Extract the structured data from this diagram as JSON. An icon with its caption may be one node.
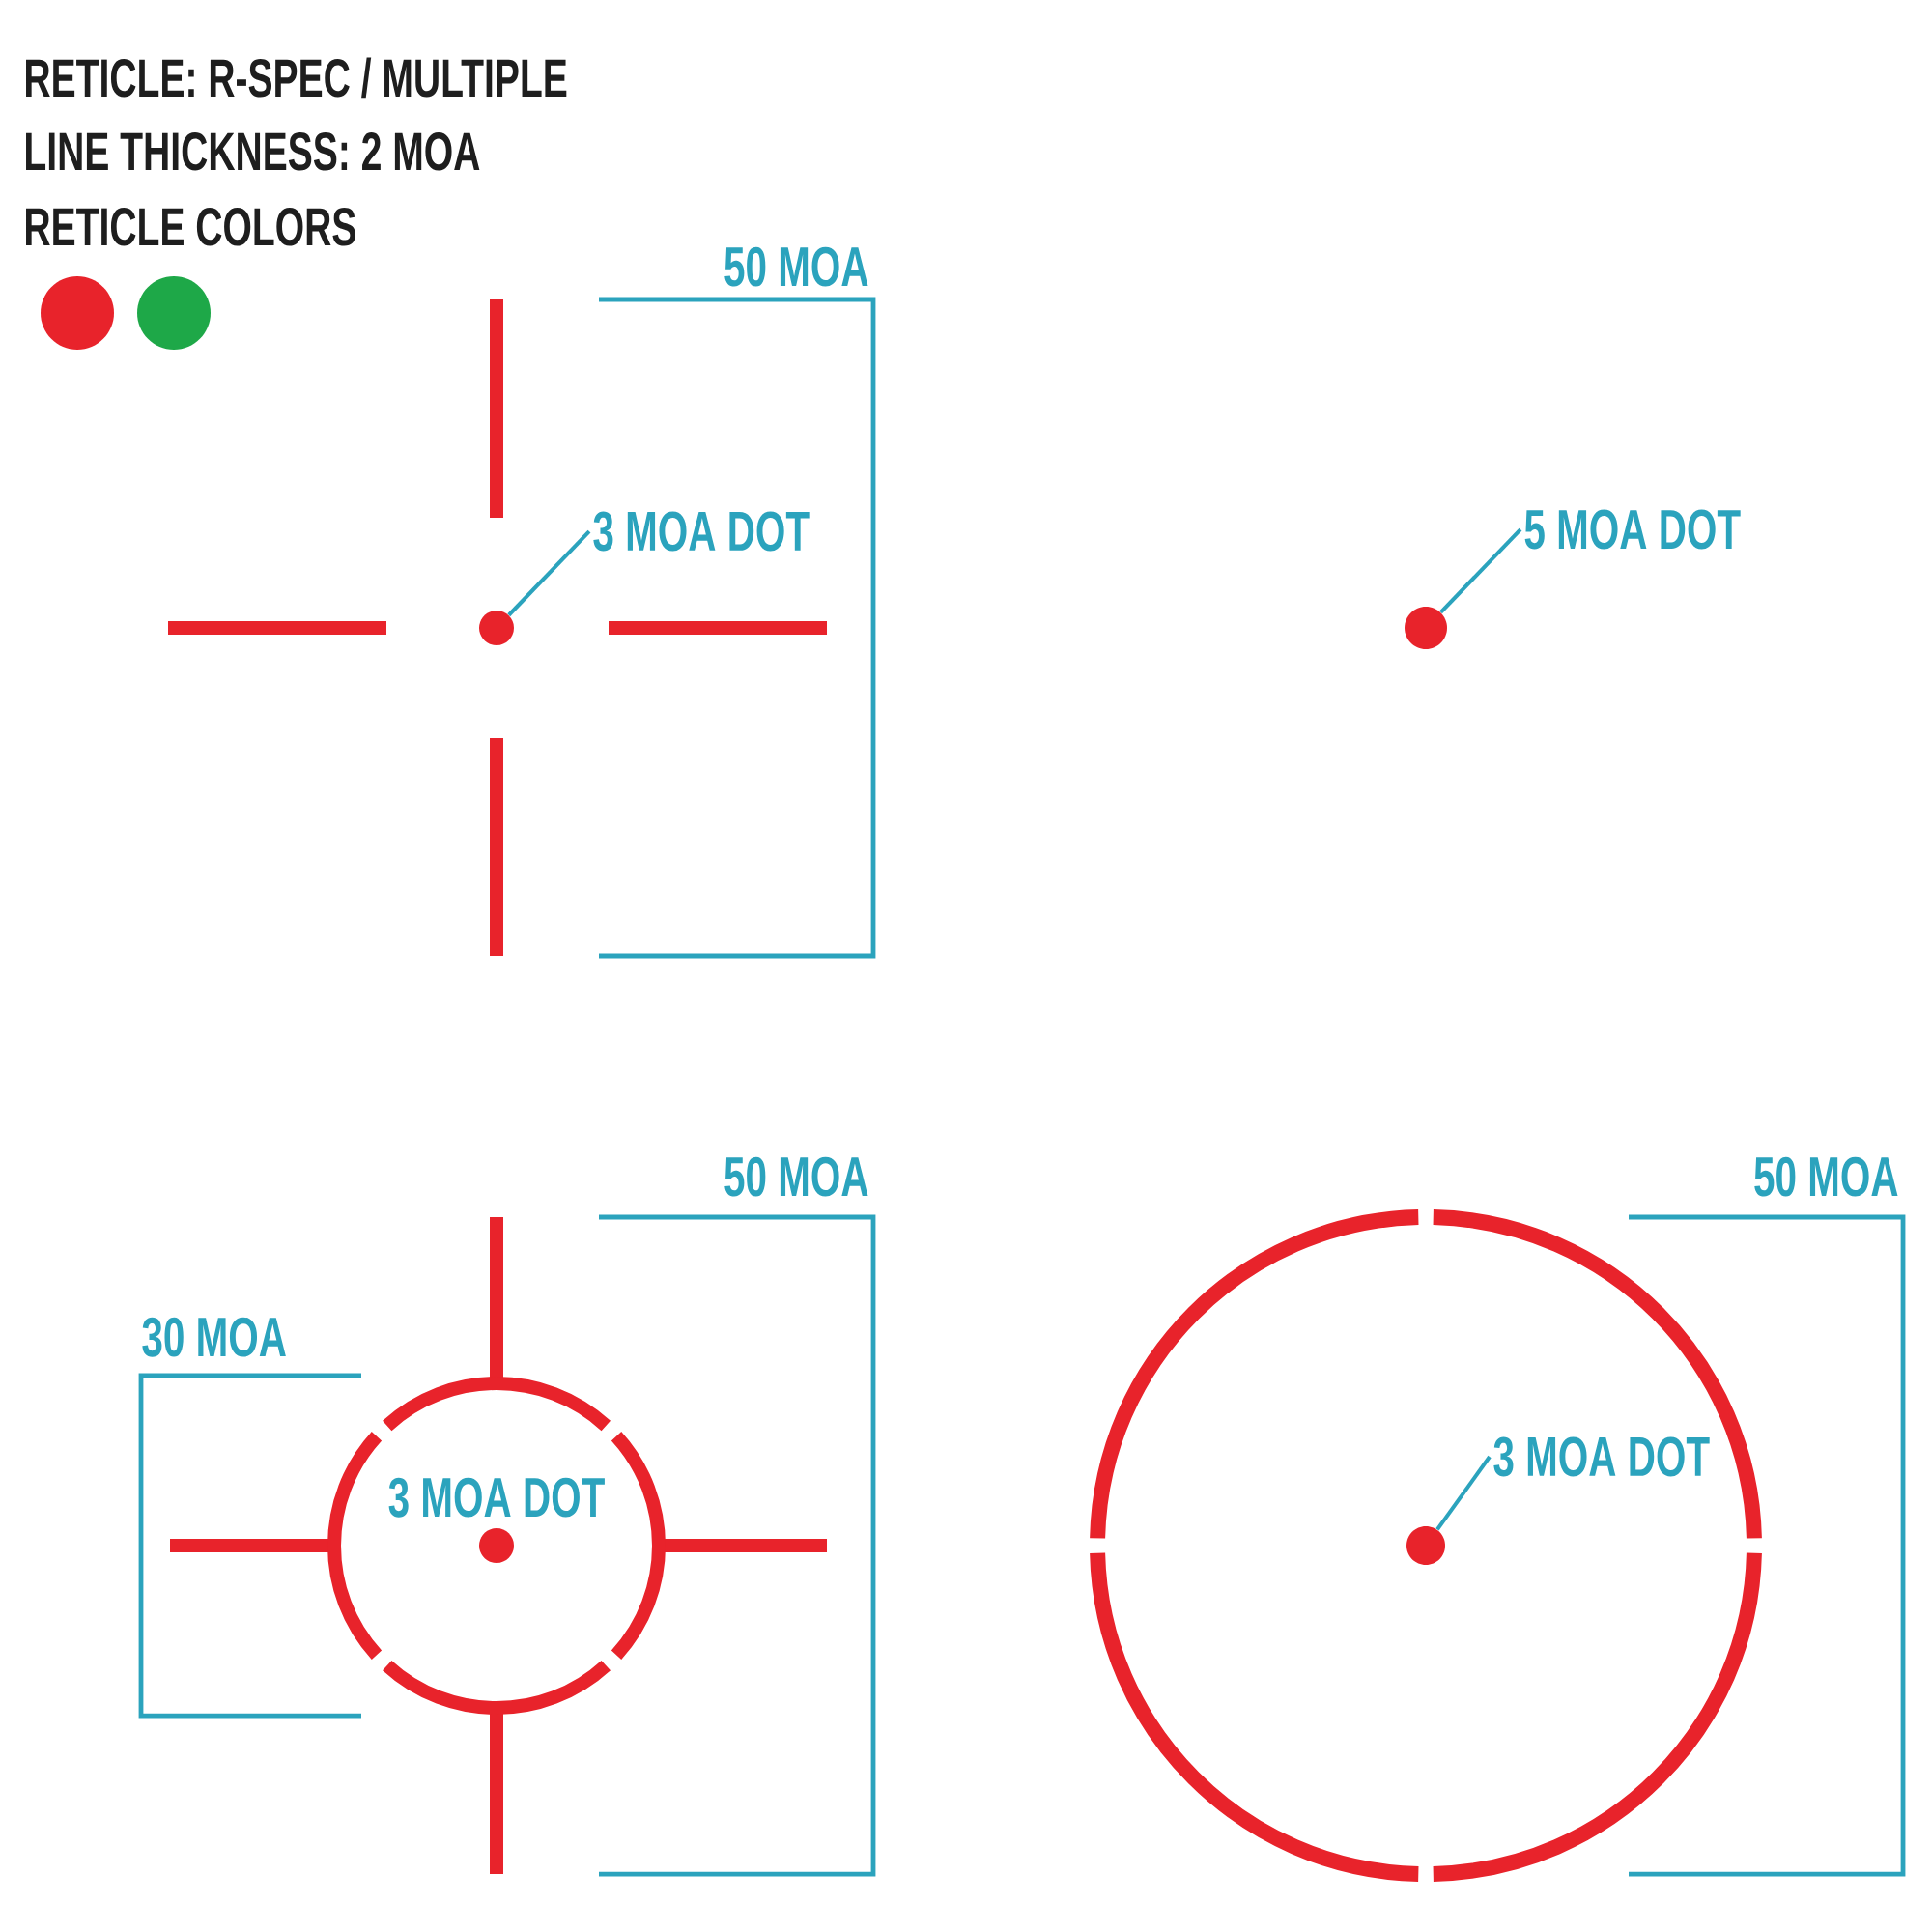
{
  "diagram": {
    "nodes": [
      {
        "text": [
          "3 MOA DOT"
        ]
      },
      {
        "text": [],
        "shape": "circle"
      },
      {
        "text": [
          "5 MOA DOT"
        ]
      },
      {
        "text": [],
        "shape": "circle"
      },
      {
        "text": [],
        "shape": "circle",
        "beside": [
          "3 MOA DOT"
        ]
      },
      {
        "text": [
          "3 MOA DOT"
        ]
      },
      {
        "text": [],
        "shape": "circle"
      }
    ],
    "edges": [
      {
        "from": 0,
        "to": 1,
        "arrow": "none"
      },
      {
        "from": 2,
        "to": 3,
        "arrow": "none"
      },
      {
        "from": 5,
        "to": 6,
        "arrow": "none"
      }
    ],
    "labels": [
      "RETICLE: R-SPEC / MULTIPLE",
      "LINE THICKNESS: 2 MOA",
      "RETICLE COLORS",
      "50 MOA",
      "50 MOA",
      "50 MOA",
      "30 MOA"
    ]
  }
}
